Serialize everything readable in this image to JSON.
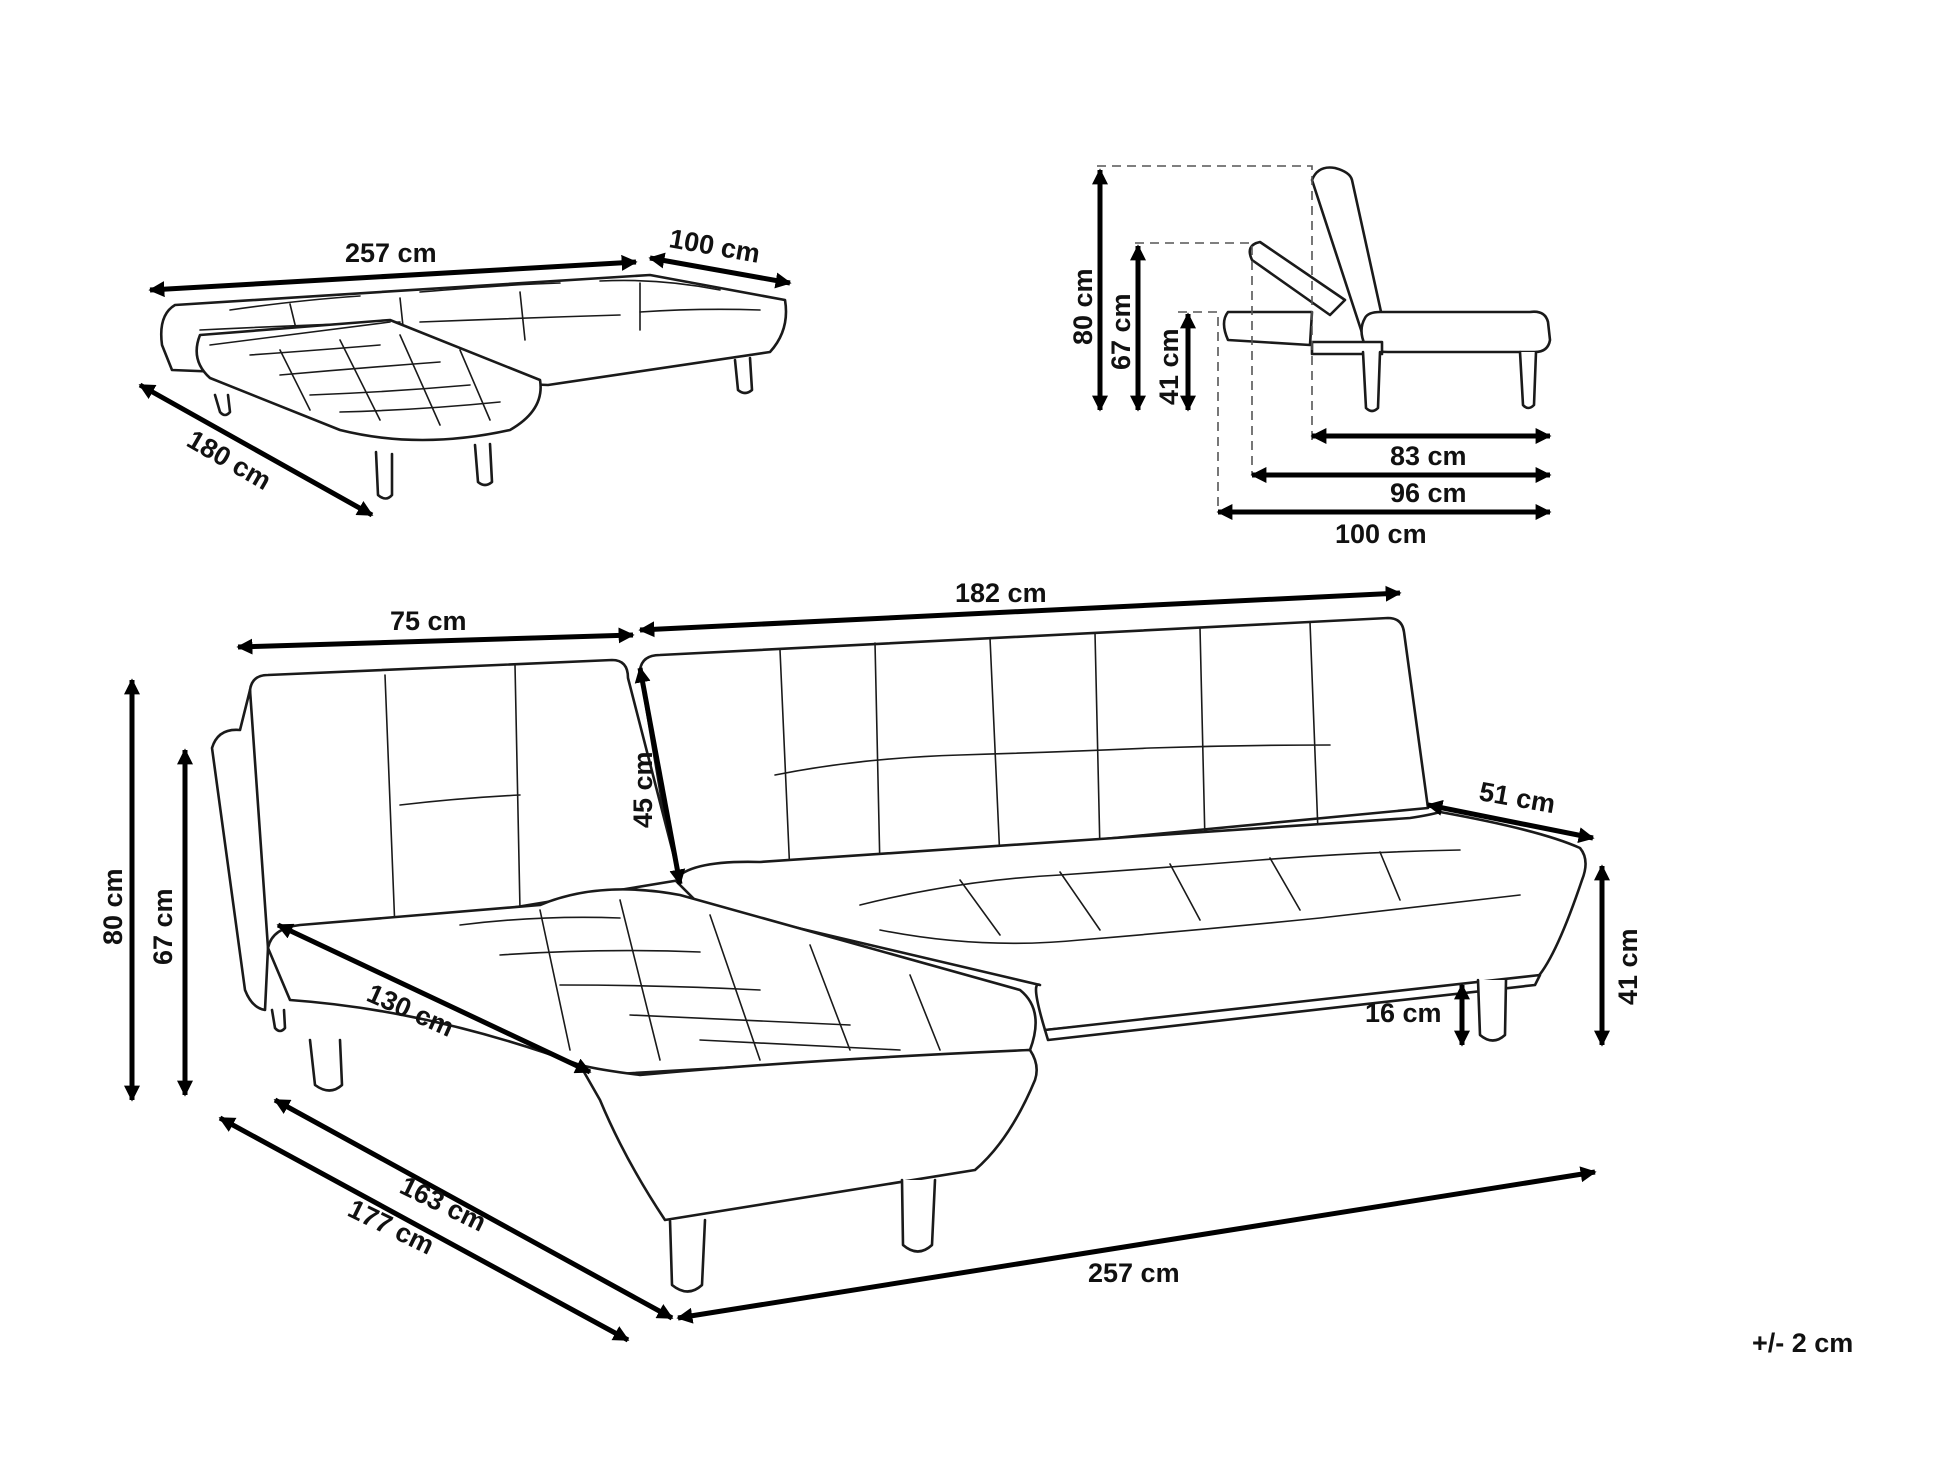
{
  "labels": {
    "top_width": "257  cm",
    "top_chaise_width": "100 cm",
    "top_depth": "180 cm",
    "side_total_height": "80 cm",
    "side_back_height": "67 cm",
    "side_seat_height": "41 cm",
    "side_seat_depth": "83 cm",
    "side_depth_mid": "96 cm",
    "side_depth_full": "100 cm",
    "main_chaise_back_width": "75 cm",
    "main_sofa_back_width": "182 cm",
    "main_back_height": "45 cm",
    "main_arm_depth": "51 cm",
    "main_total_height": "80 cm",
    "main_back_top_height": "67 cm",
    "main_seat_height": "41 cm",
    "main_leg_height": "16 cm",
    "main_chaise_length": "130 cm",
    "main_depth_inner": "163 cm",
    "main_depth_outer": "177 cm",
    "main_total_width": "257  cm"
  },
  "tolerance": "+/- 2 cm"
}
